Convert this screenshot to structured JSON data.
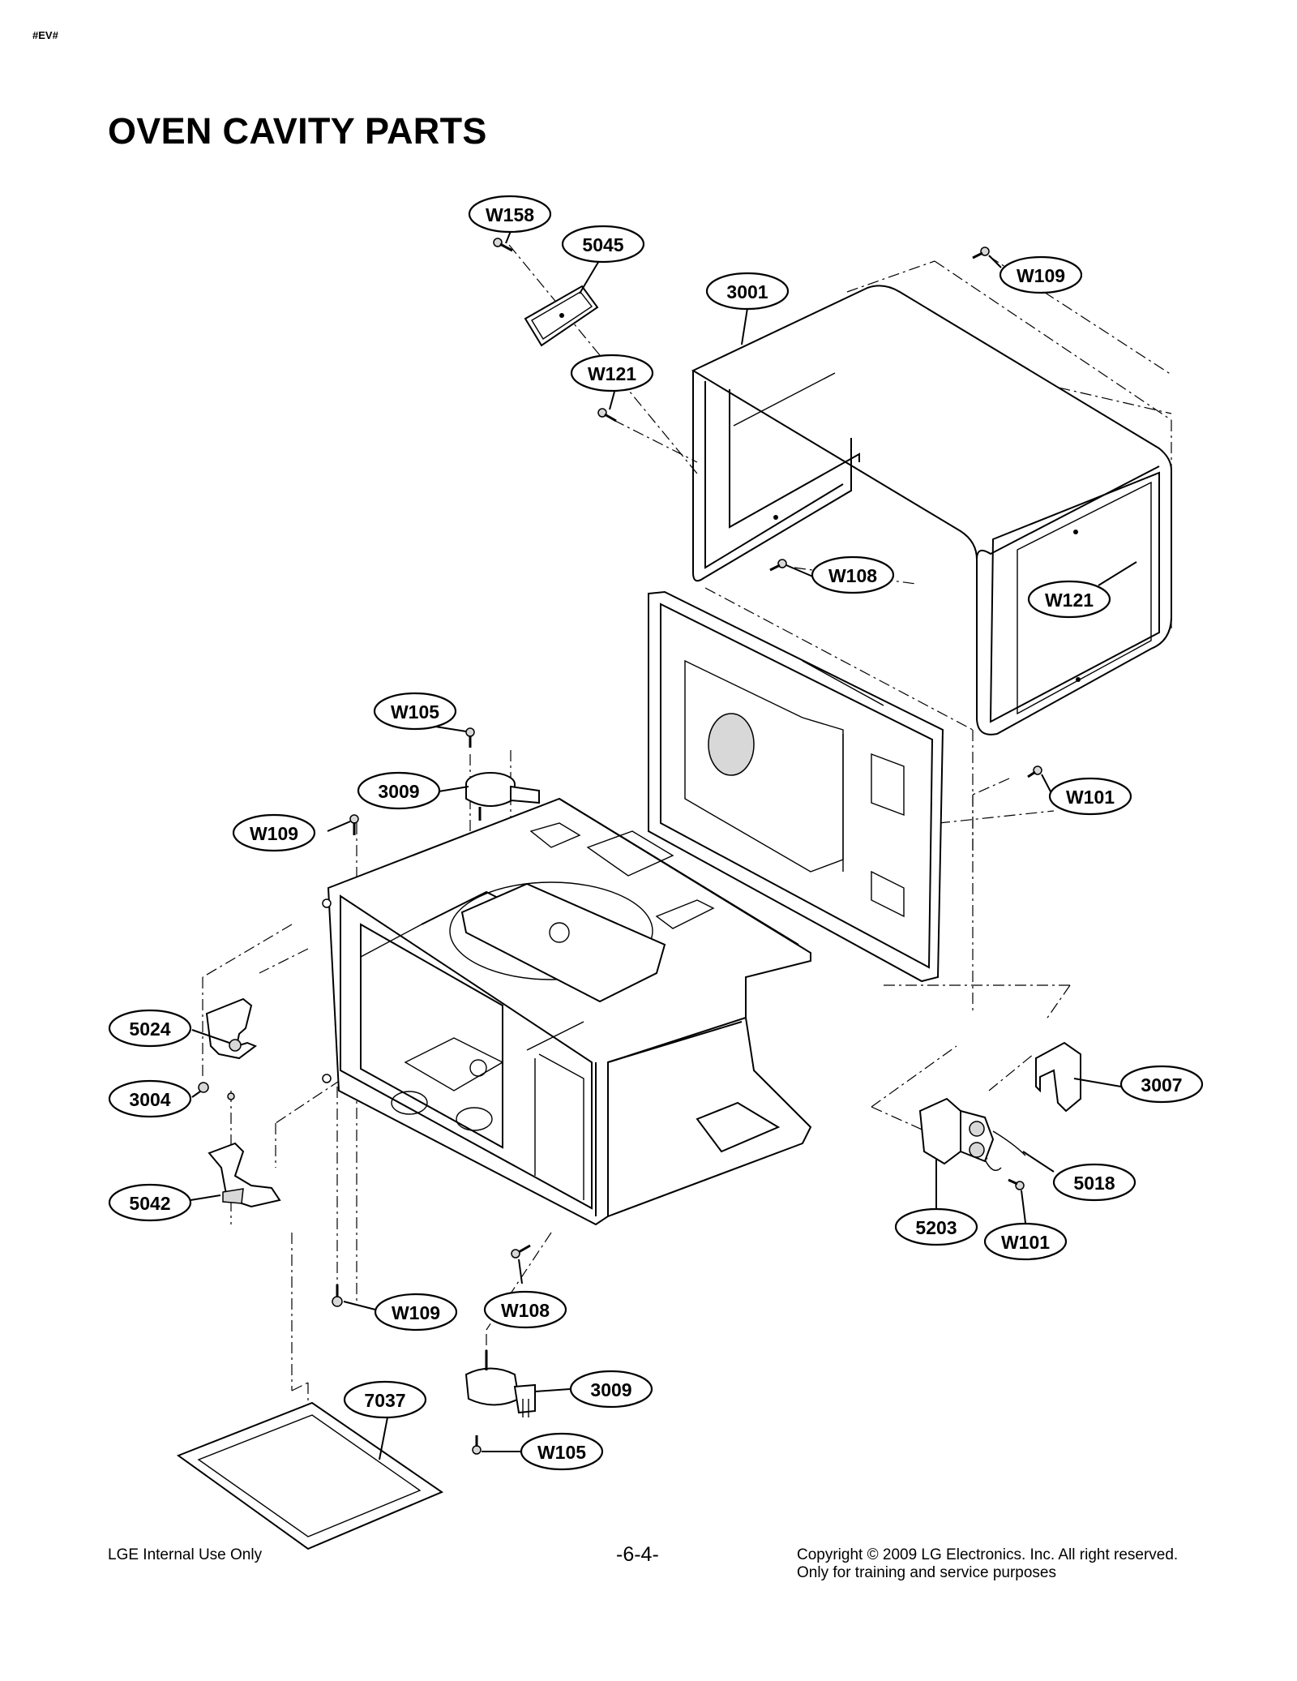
{
  "header": {
    "mark": "#EV#",
    "title": "OVEN CAVITY PARTS"
  },
  "callouts": [
    {
      "id": "W158",
      "text": "W158"
    },
    {
      "id": "5045",
      "text": "5045"
    },
    {
      "id": "W109-top",
      "text": "W109"
    },
    {
      "id": "3001",
      "text": "3001"
    },
    {
      "id": "W121-left",
      "text": "W121"
    },
    {
      "id": "W108-top",
      "text": "W108"
    },
    {
      "id": "W121-right",
      "text": "W121"
    },
    {
      "id": "W105-top",
      "text": "W105"
    },
    {
      "id": "3009-top",
      "text": "3009"
    },
    {
      "id": "W109-mid",
      "text": "W109"
    },
    {
      "id": "W101-top",
      "text": "W101"
    },
    {
      "id": "5024",
      "text": "5024"
    },
    {
      "id": "3007",
      "text": "3007"
    },
    {
      "id": "3004",
      "text": "3004"
    },
    {
      "id": "5018",
      "text": "5018"
    },
    {
      "id": "5042",
      "text": "5042"
    },
    {
      "id": "5203",
      "text": "5203"
    },
    {
      "id": "W101-bottom",
      "text": "W101"
    },
    {
      "id": "W109-bottom",
      "text": "W109"
    },
    {
      "id": "W108-bottom",
      "text": "W108"
    },
    {
      "id": "3009-bottom",
      "text": "3009"
    },
    {
      "id": "7037",
      "text": "7037"
    },
    {
      "id": "W105-bottom",
      "text": "W105"
    }
  ],
  "footer": {
    "left": "LGE Internal Use Only",
    "center": "-6-4-",
    "right_line1": "Copyright © 2009 LG Electronics. Inc. All right reserved.",
    "right_line2": "Only for training and service purposes"
  }
}
